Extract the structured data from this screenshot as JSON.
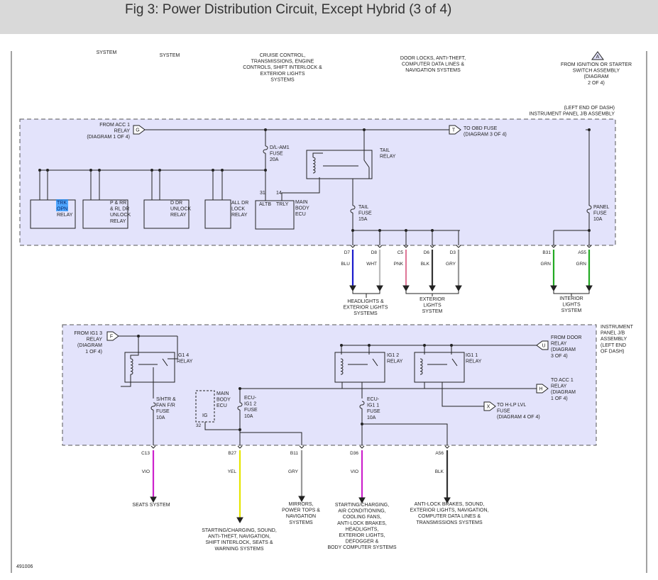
{
  "title": "Fig 3: Power Distribution Circuit, Except Hybrid (3 of 4)",
  "figure_number": "491006",
  "top_labels": {
    "system_a": "SYSTEM",
    "system_b": "SYSTEM",
    "cruise": [
      "CRUISE CONTROL,",
      "TRANSMISSIONS, ENGINE",
      "CONTROLS, SHIFT INTERLOCK &",
      "EXTERIOR LIGHTS",
      "SYSTEMS"
    ],
    "door_locks": [
      "DOOR LOCKS, ANTI-THEFT,",
      "COMPUTER DATA LINES &",
      "NAVIGATION SYSTEMS"
    ],
    "ignition_conn": "A",
    "ignition": [
      "FROM IGNITION OR STARTER",
      "SWITCH ASSEMBLY",
      "(DIAGRAM",
      "2 OF 4)"
    ]
  },
  "upper_block": {
    "location": [
      "(LEFT END OF DASH)",
      "INSTRUMENT PANEL J/B ASSEMBLY"
    ],
    "from_acc_conn": "G",
    "from_acc": [
      "FROM ACC 1",
      "RELAY",
      "(DIAGRAM 1 OF 4)"
    ],
    "to_obd_conn": "T",
    "to_obd": [
      "TO OBD FUSE",
      "(DIAGRAM 3 OF 4)"
    ],
    "dlam1_fuse": [
      "D/L-AM1",
      "FUSE",
      "20A"
    ],
    "tail_relay": [
      "TAIL",
      "RELAY"
    ],
    "relays": [
      {
        "lines": [
          "TRK",
          "OPN",
          "RELAY"
        ]
      },
      {
        "lines": [
          "P & RR",
          "& RL DR",
          "UNLOCK",
          "RELAY"
        ]
      },
      {
        "lines": [
          "D DR",
          "UNLOCK",
          "RELAY"
        ]
      },
      {
        "lines": [
          "ALL DR",
          "LOCK",
          "RELAY"
        ]
      }
    ],
    "ecu": {
      "pin_a": "31",
      "pin_b": "14",
      "term_a": "ALTB",
      "term_b": "TRLY",
      "lines": [
        "MAIN",
        "BODY",
        "ECU"
      ]
    },
    "tail_fuse": [
      "TAIL",
      "FUSE",
      "15A"
    ],
    "panel_fuse": [
      "PANEL",
      "FUSE",
      "10A"
    ]
  },
  "upper_outputs": [
    {
      "pin": "D7",
      "color_label": "BLU",
      "color": "#1a1acc"
    },
    {
      "pin": "D8",
      "color_label": "WHT",
      "color": "#bbbbbb"
    },
    {
      "pin": "C5",
      "color_label": "PNK",
      "color": "#e07a9a"
    },
    {
      "pin": "D6",
      "color_label": "BLK",
      "color": "#333333"
    },
    {
      "pin": "D3",
      "color_label": "GRY",
      "color": "#999999"
    },
    {
      "pin": "B31",
      "color_label": "GRN",
      "color": "#22aa22"
    },
    {
      "pin": "A55",
      "color_label": "GRN",
      "color": "#22aa22"
    }
  ],
  "upper_destinations": {
    "headlights": [
      "HEADLIGHTS &",
      "EXTERIOR LIGHTS",
      "SYSTEMS"
    ],
    "exterior": [
      "EXTERIOR",
      "LIGHTS",
      "SYSTEM"
    ],
    "interior": [
      "INTERIOR",
      "LIGHTS",
      "SYSTEM"
    ]
  },
  "lower_block": {
    "location": [
      "INSTRUMENT",
      "PANEL J/B",
      "ASSEMBLY",
      "(LEFT END",
      "OF DASH)"
    ],
    "from_ig1_conn": "F",
    "from_ig1": [
      "FROM IG1 3",
      "RELAY",
      "(DIAGRAM",
      "1 OF 4)"
    ],
    "from_door_conn": "U",
    "from_door": [
      "FROM DOOR",
      "RELAY",
      "(DIAGRAM",
      "3 OF 4)"
    ],
    "to_acc_conn": "H",
    "to_acc": [
      "TO ACC 1",
      "RELAY",
      "(DIAGRAM",
      "1 OF 4)"
    ],
    "to_hlp_conn": "X",
    "to_hlp": [
      "TO H-LP LVL",
      "FUSE",
      "(DIAGRAM 4 OF 4)"
    ],
    "ig14_relay": [
      "IG1 4",
      "RELAY"
    ],
    "ig12_relay": [
      "IG1 2",
      "RELAY"
    ],
    "ig11_relay": [
      "IG1 1",
      "RELAY"
    ],
    "shtr_fuse": [
      "S/HTR &",
      "FAN F/R",
      "FUSE",
      "10A"
    ],
    "main_ecu": [
      "MAIN",
      "BODY",
      "ECU"
    ],
    "ig_term": "IG",
    "ig_pin": "32",
    "ecu_ig12_fuse": [
      "ECU-",
      "IG1 2",
      "FUSE",
      "10A"
    ],
    "ecu_ig11_fuse": [
      "ECU-",
      "IG1 1",
      "FUSE",
      "10A"
    ]
  },
  "lower_outputs": [
    {
      "pin": "C13",
      "color_label": "VIO",
      "color": "#cc22cc"
    },
    {
      "pin": "B27",
      "color_label": "YEL",
      "color": "#e6e600"
    },
    {
      "pin": "B11",
      "color_label": "GRY",
      "color": "#999999"
    },
    {
      "pin": "D36",
      "color_label": "VIO",
      "color": "#cc22cc"
    },
    {
      "pin": "A56",
      "color_label": "BLK",
      "color": "#333333"
    }
  ],
  "lower_destinations": {
    "seats": [
      "SEATS SYSTEM"
    ],
    "starting_a": [
      "STARTING/CHARGING, SOUND,",
      "ANTI-THEFT, NAVIGATION,",
      "SHIFT INTERLOCK, SEATS &",
      "WARNING SYSTEMS"
    ],
    "mirrors": [
      "MIRRORS,",
      "POWER TOPS &",
      "NAVIGATION",
      "SYSTEMS"
    ],
    "starting_b": [
      "STARTING/CHARGING,",
      "AIR CONDITIONING,",
      "COOLING FANS,",
      "ANTI-LOCK BRAKES,",
      "HEADLIGHTS,",
      "EXTERIOR LIGHTS,",
      "DEFOGGER &",
      "BODY COMPUTER SYSTEMS"
    ],
    "antilock": [
      "ANTI-LOCK BRAKES, SOUND,",
      "EXTERIOR LIGHTS, NAVIGATION,",
      "COMPUTER DATA LINES &",
      "TRANSMISSIONS SYSTEMS"
    ]
  },
  "colors": {
    "block_fill": "#e3e3fb",
    "block_border": "#555555",
    "wire": "#222222",
    "highlight": "#1e90ff",
    "header_bg": "#d9d9d9"
  }
}
